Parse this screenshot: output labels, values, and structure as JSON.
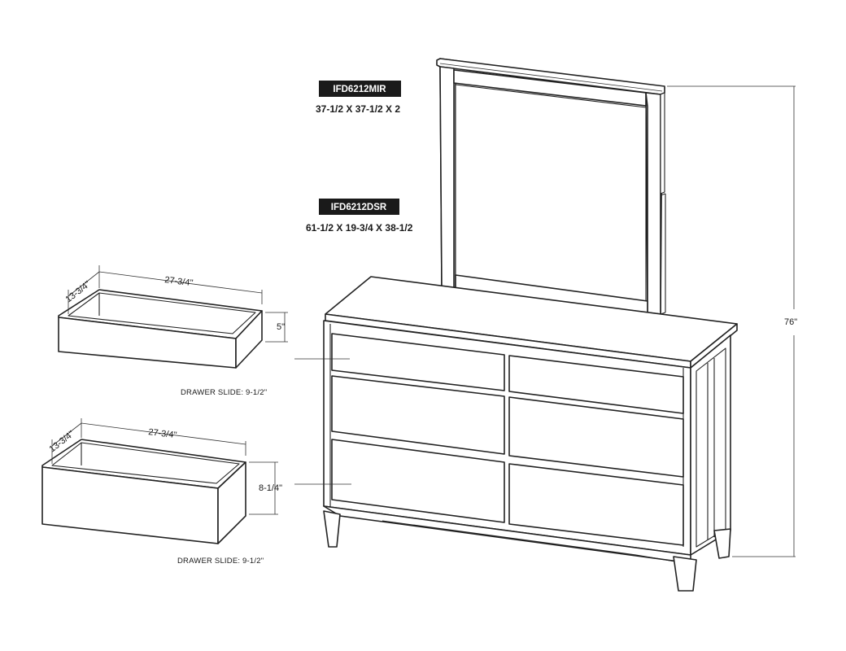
{
  "mirror": {
    "model": "IFD6212MIR",
    "dimensions": "37-1/2 X 37-1/2 X 2"
  },
  "dresser": {
    "model": "IFD6212DSR",
    "dimensions": "61-1/2 X 19-3/4 X 38-1/2",
    "overall_height": "76\""
  },
  "small_drawer": {
    "depth": "13-3/4\"",
    "width": "27-3/4\"",
    "height": "5\"",
    "slide": "DRAWER SLIDE: 9-1/2\""
  },
  "large_drawer": {
    "depth": "13-3/4\"",
    "width": "27-3/4\"",
    "height": "8-1/4\"",
    "slide": "DRAWER SLIDE: 9-1/2\""
  },
  "colors": {
    "line": "#222222",
    "tag_background": "#1a1a1a",
    "tag_text": "#ffffff"
  }
}
